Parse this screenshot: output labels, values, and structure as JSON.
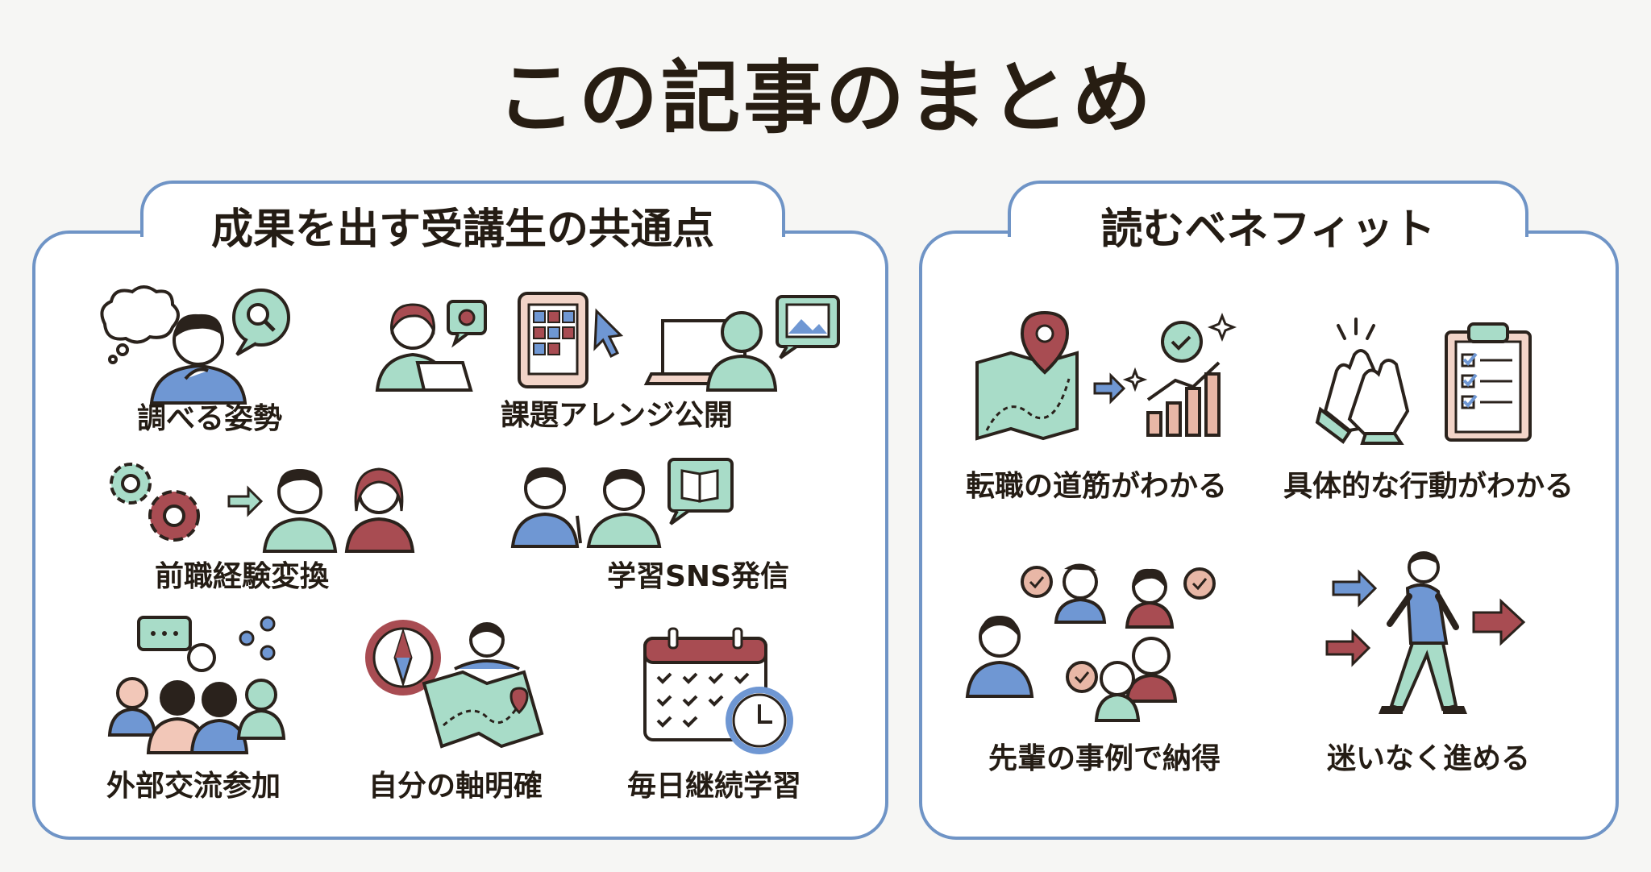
{
  "title": "この記事のまとめ",
  "colors": {
    "panel_border": "#6f94c6",
    "blue": "#6f97d3",
    "teal": "#a8dcc8",
    "rose": "#a84c52",
    "pink": "#e8b7a6",
    "outline": "#2a221c"
  },
  "left_panel": {
    "title": "成果を出す受講生の共通点",
    "items": [
      {
        "label": "調べる姿勢",
        "icon": "thinking-person-search-icon"
      },
      {
        "label": "課題アレンジ公開",
        "icon": "tablet-and-laptop-icon"
      },
      {
        "label": "前職経験変換",
        "icon": "gears-to-people-icon"
      },
      {
        "label": "学習SNS発信",
        "icon": "people-sharing-book-icon"
      },
      {
        "label": "外部交流参加",
        "icon": "group-networking-icon"
      },
      {
        "label": "自分の軸明確",
        "icon": "compass-and-map-icon"
      },
      {
        "label": "毎日継続学習",
        "icon": "calendar-clock-icon"
      }
    ]
  },
  "right_panel": {
    "title": "読むベネフィット",
    "items": [
      {
        "label": "転職の道筋がわかる",
        "icon": "map-to-growth-chart-icon"
      },
      {
        "label": "具体的な行動がわかる",
        "icon": "hands-and-checklist-icon"
      },
      {
        "label": "先輩の事例で納得",
        "icon": "seniors-with-checkmarks-icon"
      },
      {
        "label": "迷いなく進める",
        "icon": "walking-person-arrows-icon"
      }
    ]
  }
}
